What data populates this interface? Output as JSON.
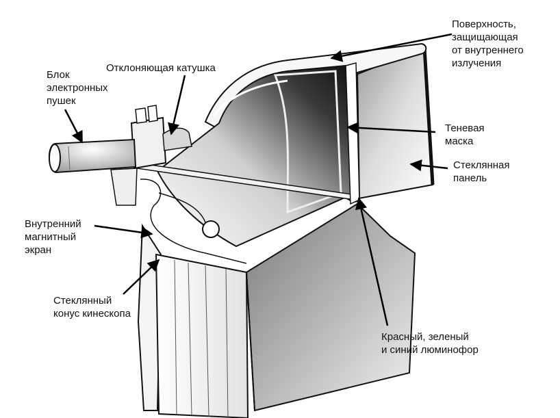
{
  "labels": {
    "gun_block": [
      "Блок",
      "электронных",
      "пушек"
    ],
    "deflection_coil": [
      "Отклоняющая катушка"
    ],
    "radiation_surface": [
      "Поверхность,",
      "защищающая",
      "от внутреннего",
      "излучения"
    ],
    "shadow_mask": [
      "Теневая",
      "маска"
    ],
    "glass_panel": [
      "Стеклянная",
      "панель"
    ],
    "magnetic_shield": [
      "Внутренний",
      "магнитный",
      "экран"
    ],
    "glass_cone": [
      "Стеклянный",
      "конус кинескопа"
    ],
    "phosphor": [
      "Красный, зеленый",
      "и синий люминофор"
    ]
  }
}
